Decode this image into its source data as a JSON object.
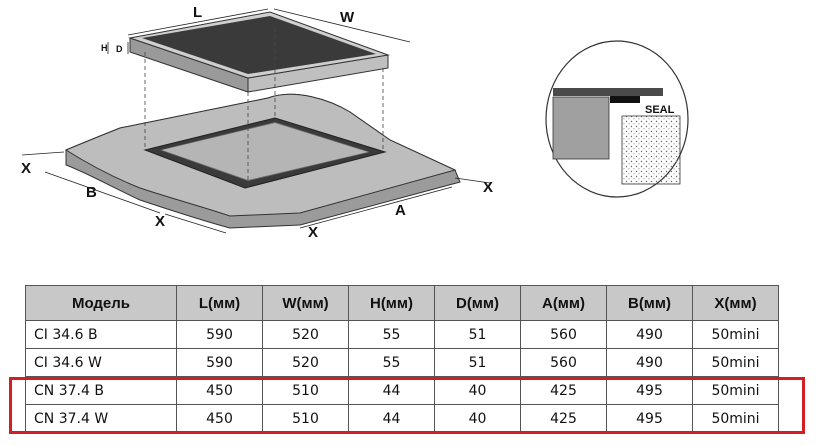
{
  "diagram": {
    "dimension_labels": {
      "L": "L",
      "W": "W",
      "H": "H",
      "D": "D",
      "A": "A",
      "B": "B",
      "X": "X"
    },
    "seal_label": "SEAL"
  },
  "table": {
    "headers": [
      "Модель",
      "L(мм)",
      "W(мм)",
      "H(мм)",
      "D(мм)",
      "A(мм)",
      "B(мм)",
      "X(мм)"
    ],
    "rows": [
      [
        "CI 34.6 B",
        "590",
        "520",
        "55",
        "51",
        "560",
        "490",
        "50mini"
      ],
      [
        "CI 34.6 W",
        "590",
        "520",
        "55",
        "51",
        "560",
        "490",
        "50mini"
      ],
      [
        "CN 37.4 B",
        "450",
        "510",
        "44",
        "40",
        "425",
        "495",
        "50mini"
      ],
      [
        "CN 37.4 W",
        "450",
        "510",
        "44",
        "40",
        "425",
        "495",
        "50mini"
      ]
    ],
    "highlighted_rows": [
      "CN 37.4 B",
      "CN 37.4 W"
    ],
    "highlight_color": "#d21f26"
  }
}
